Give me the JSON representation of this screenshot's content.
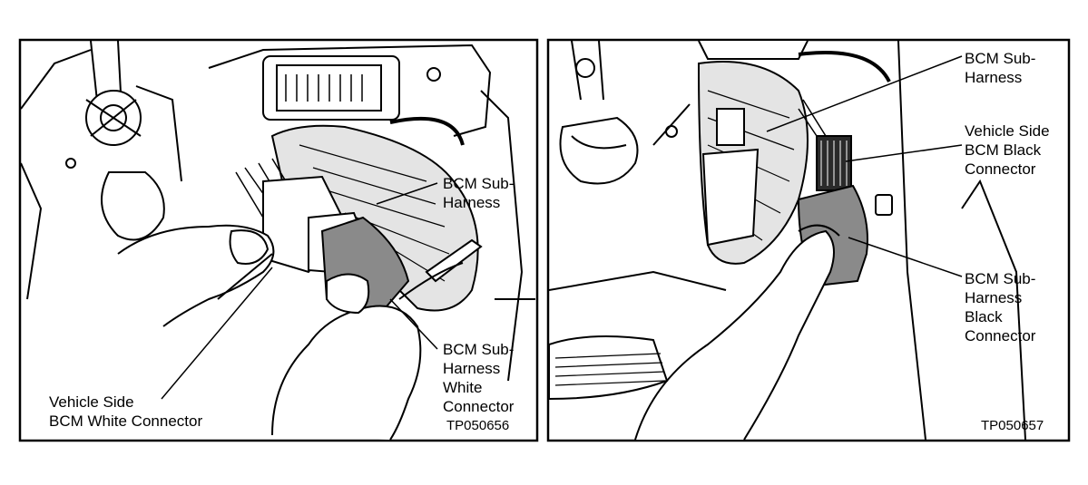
{
  "left_panel": {
    "labels": {
      "sub_harness_1": "BCM Sub-",
      "sub_harness_2": "Harness",
      "white_conn_1": "BCM Sub-",
      "white_conn_2": "Harness",
      "white_conn_3": "White",
      "white_conn_4": "Connector",
      "vehicle_side_1": "Vehicle Side",
      "vehicle_side_2": "BCM White Connector"
    },
    "code": "TP050656"
  },
  "right_panel": {
    "labels": {
      "sub_harness_1": "BCM Sub-",
      "sub_harness_2": "Harness",
      "vehicle_black_1": "Vehicle Side",
      "vehicle_black_2": "BCM Black",
      "vehicle_black_3": "Connector",
      "black_conn_1": "BCM Sub-",
      "black_conn_2": "Harness",
      "black_conn_3": "Black",
      "black_conn_4": "Connector"
    },
    "code": "TP050657"
  },
  "colors": {
    "connector_gray": "#8a8a8a",
    "harness_fill": "#e4e4e4",
    "line": "#000000",
    "background": "#ffffff"
  }
}
